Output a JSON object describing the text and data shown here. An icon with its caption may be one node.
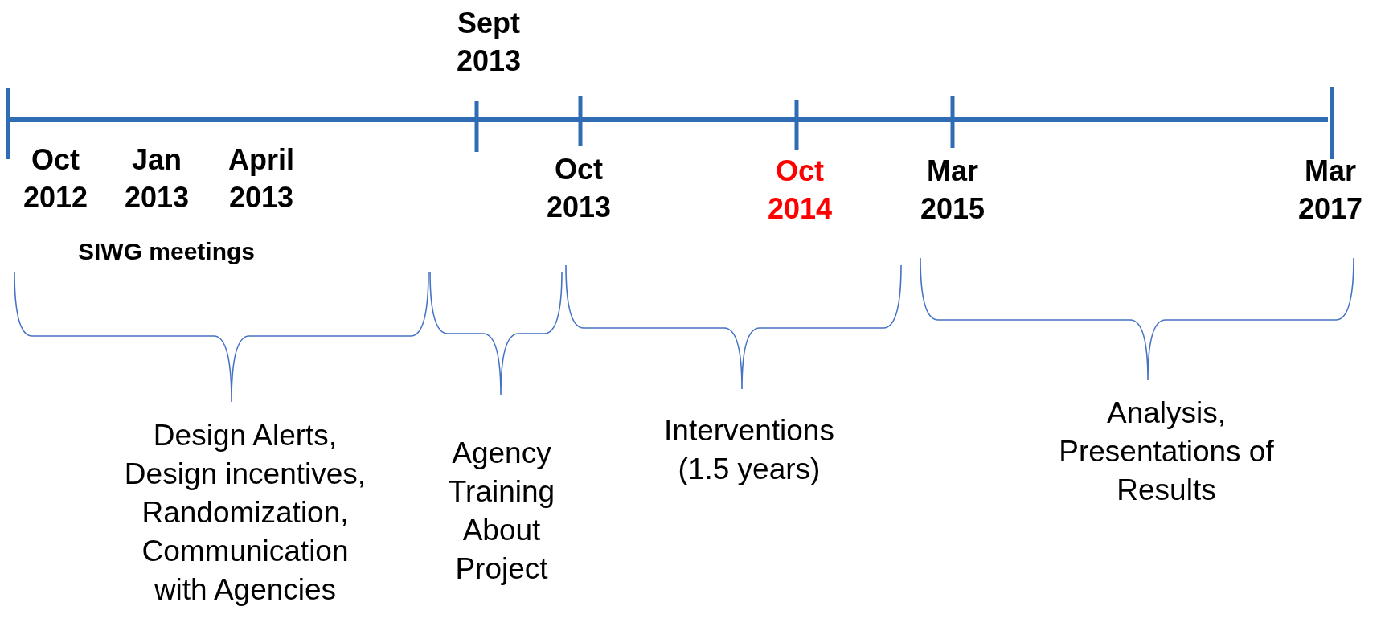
{
  "diagram": {
    "labels": [
      "Sept 2013",
      "Oct 2012",
      "Jan 2013",
      "April 2013",
      "Oct 2013",
      "Oct 2014",
      "Mar 2015",
      "Mar 2017",
      "SIWG meetings",
      "Design Alerts, Design incentives, Randomization, Communication with Agencies",
      "Agency Training About Project",
      "Interventions (1.5 years)",
      "Analysis, Presentations of Results"
    ]
  }
}
